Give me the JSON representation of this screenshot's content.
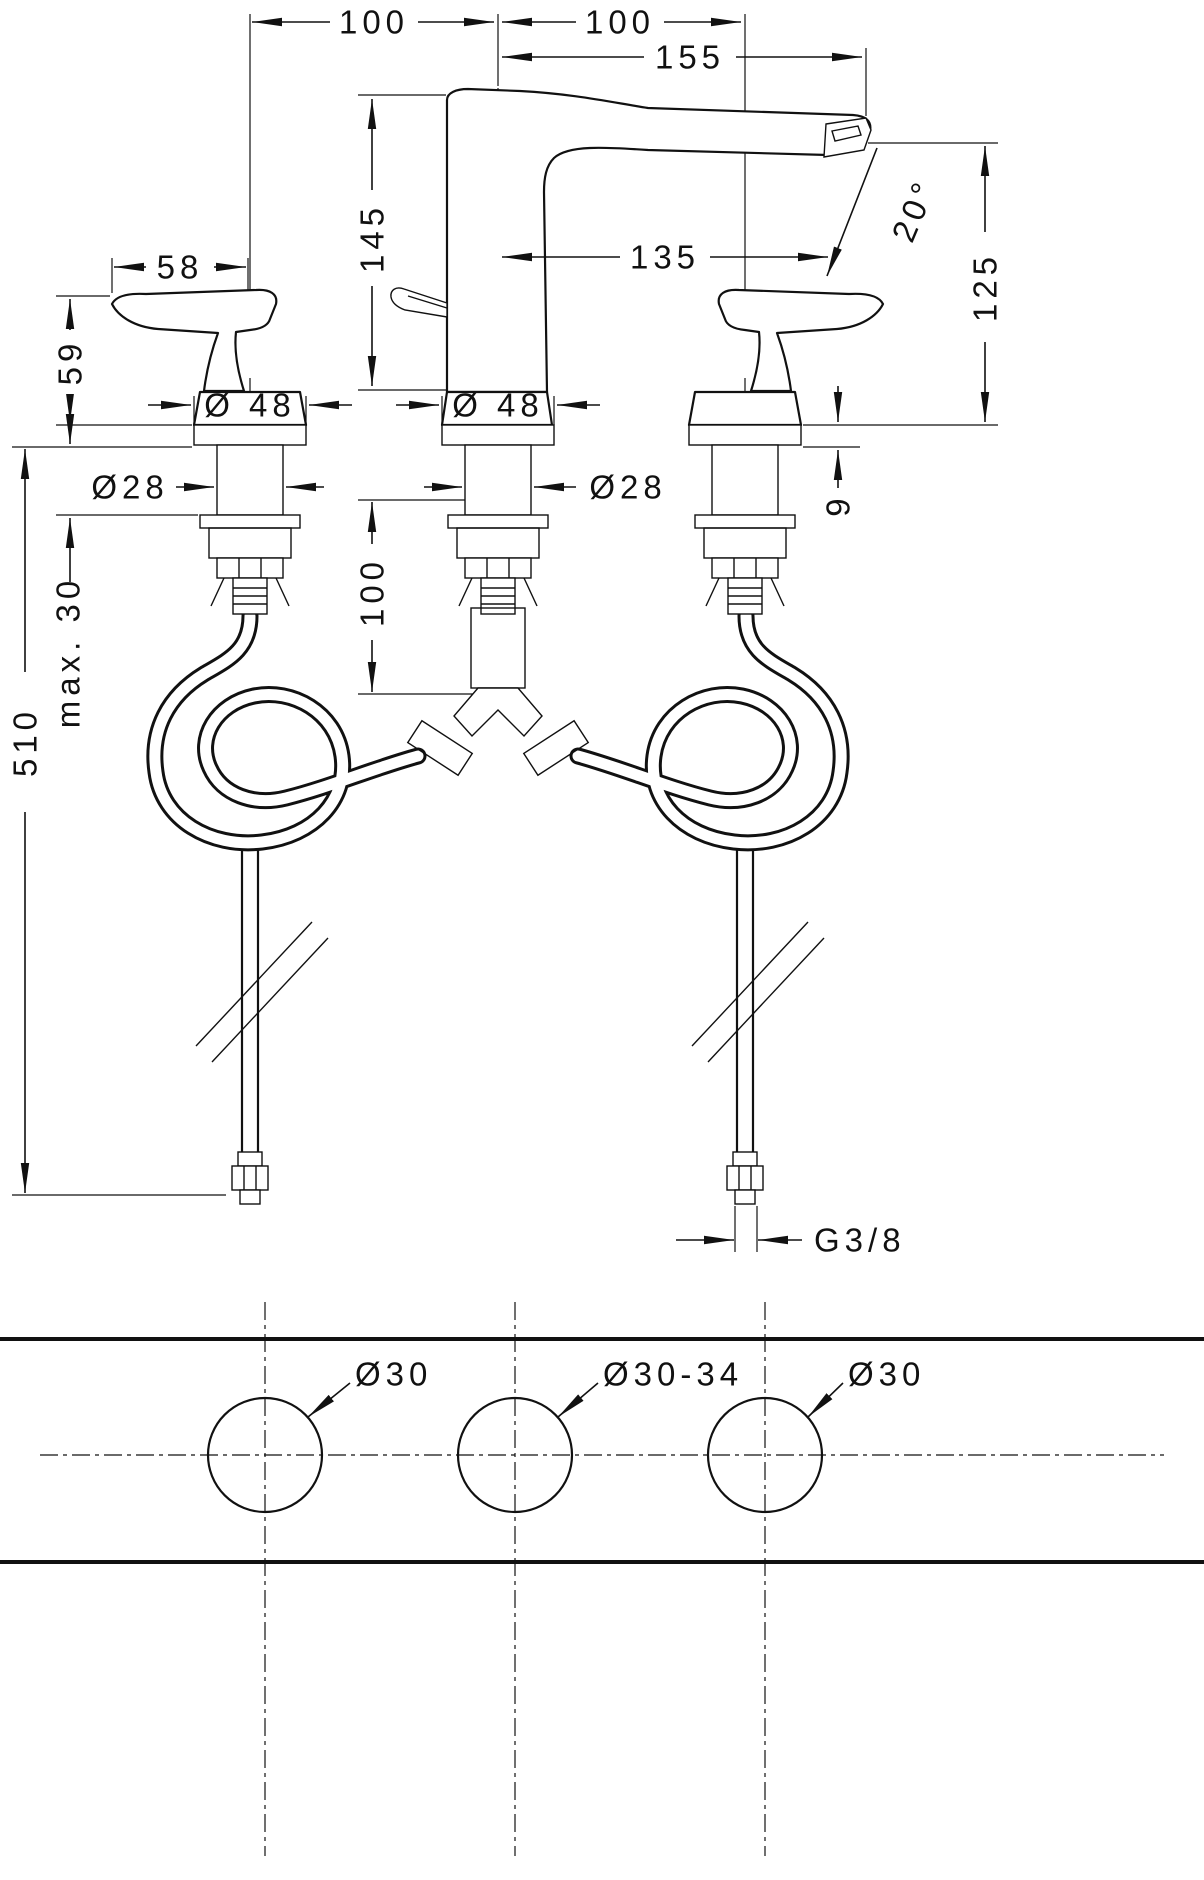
{
  "dims": {
    "spacing_left": "100",
    "spacing_right": "100",
    "reach_total": "155",
    "spout_height": "145",
    "handle_length": "58",
    "reach": "135",
    "angle": "20°",
    "outlet_height": "125",
    "handle_height": "59",
    "base_dia_left": "Ø 48",
    "base_dia_center": "Ø 48",
    "shaft_dia_left": "Ø28",
    "shaft_dia_center": "Ø28",
    "plate_thickness": "9",
    "shaft_length": "100",
    "max_counter_thickness": "max. 30",
    "hose_height": "510",
    "thread": "G3/8",
    "hole_left": "Ø30",
    "hole_center": "Ø30-34",
    "hole_right": "Ø30"
  }
}
